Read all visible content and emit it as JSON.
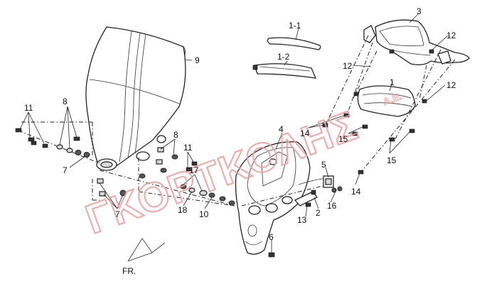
{
  "labels": {
    "l1": "1",
    "l1_1": "1-1",
    "l1_2": "1-2",
    "l2": "2",
    "l3": "3",
    "l4": "4",
    "l5": "5",
    "l6": "6",
    "l7a": "7",
    "l7b": "7",
    "l8a": "8",
    "l8b": "8",
    "l9": "9",
    "l10": "10",
    "l11a": "11",
    "l11b": "11",
    "l12a": "12",
    "l12b": "12",
    "l12c": "12",
    "l13": "13",
    "l14a": "14",
    "l14b": "14",
    "l15a": "15",
    "l15b": "15",
    "l16": "16",
    "l17": "17",
    "l18": "18",
    "fr": "FR."
  },
  "watermark": {
    "main": "ΓΚΟΡΤΚΟΛΗΣ",
    "suffix": "A.E."
  },
  "colors": {
    "watermark": "#e8a0a0",
    "line": "#222222"
  }
}
